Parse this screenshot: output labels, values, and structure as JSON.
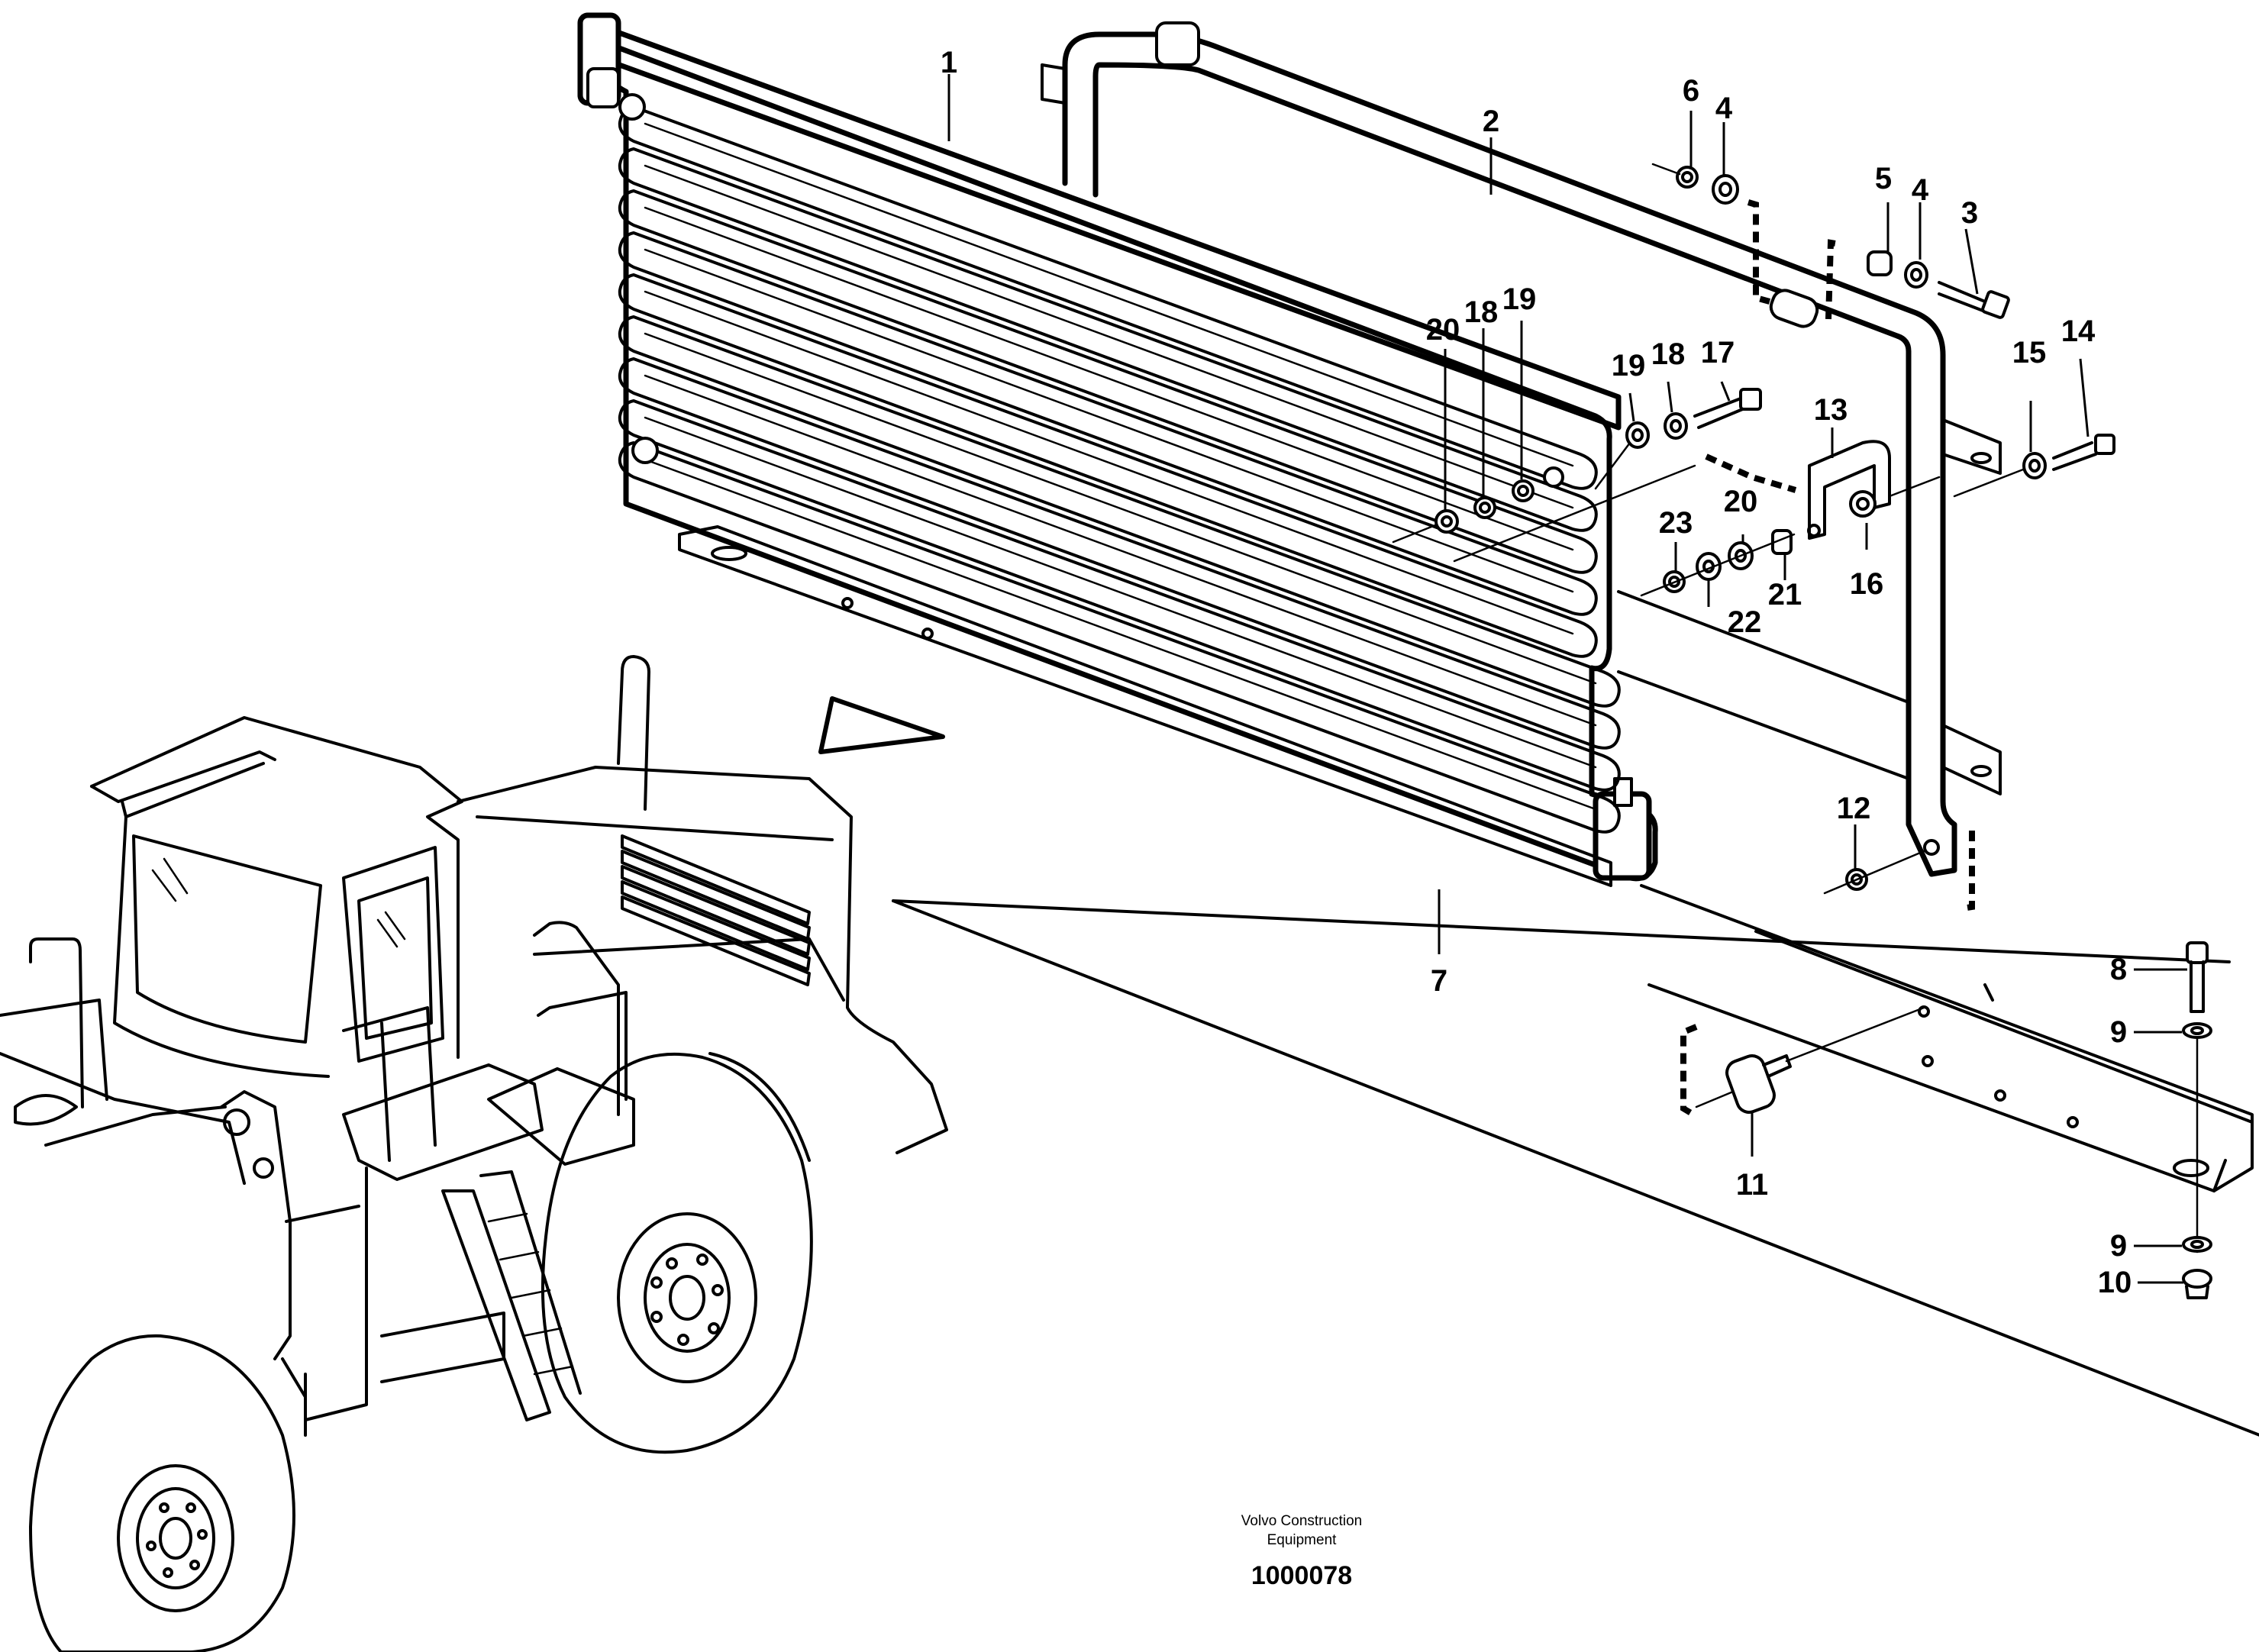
{
  "callouts": [
    {
      "id": "c1",
      "label": "1"
    },
    {
      "id": "c2",
      "label": "2"
    },
    {
      "id": "c3",
      "label": "3"
    },
    {
      "id": "c4a",
      "label": "4"
    },
    {
      "id": "c4b",
      "label": "4"
    },
    {
      "id": "c5",
      "label": "5"
    },
    {
      "id": "c6",
      "label": "6"
    },
    {
      "id": "c7",
      "label": "7"
    },
    {
      "id": "c8",
      "label": "8"
    },
    {
      "id": "c9a",
      "label": "9"
    },
    {
      "id": "c9b",
      "label": "9"
    },
    {
      "id": "c10",
      "label": "10"
    },
    {
      "id": "c11",
      "label": "11"
    },
    {
      "id": "c12",
      "label": "12"
    },
    {
      "id": "c13",
      "label": "13"
    },
    {
      "id": "c14",
      "label": "14"
    },
    {
      "id": "c15",
      "label": "15"
    },
    {
      "id": "c16",
      "label": "16"
    },
    {
      "id": "c17",
      "label": "17"
    },
    {
      "id": "c18a",
      "label": "18"
    },
    {
      "id": "c18b",
      "label": "18"
    },
    {
      "id": "c19a",
      "label": "19"
    },
    {
      "id": "c19b",
      "label": "19"
    },
    {
      "id": "c20a",
      "label": "20"
    },
    {
      "id": "c20b",
      "label": "20"
    },
    {
      "id": "c21",
      "label": "21"
    },
    {
      "id": "c22",
      "label": "22"
    },
    {
      "id": "c23",
      "label": "23"
    }
  ],
  "footer": {
    "company_line1": "Volvo Construction",
    "company_line2": "Equipment",
    "drawing_number": "1000078"
  }
}
